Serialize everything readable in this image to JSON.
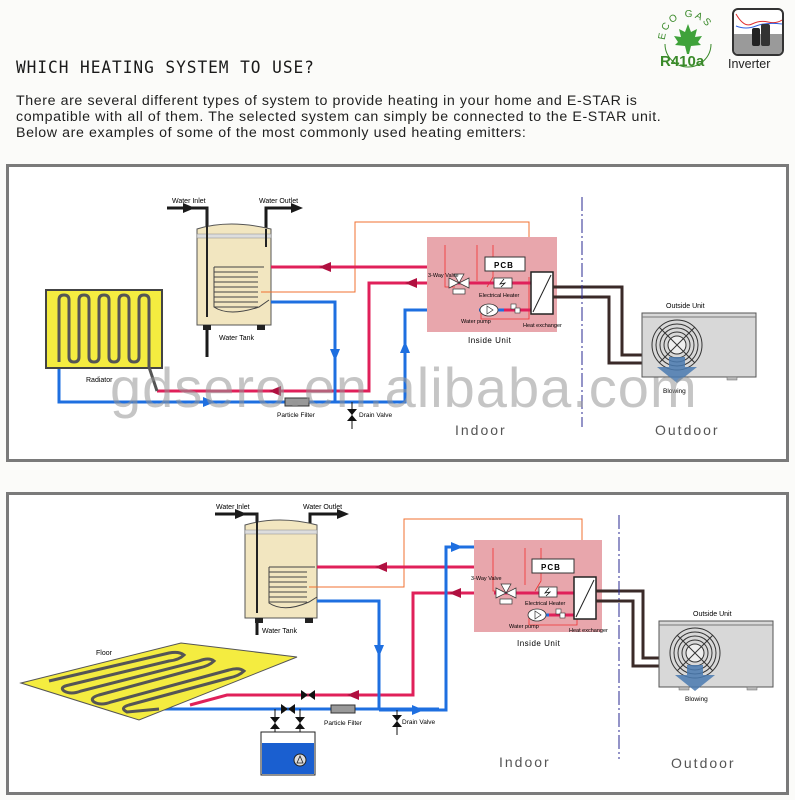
{
  "header": {
    "title": "WHICH HEATING SYSTEM TO USE?",
    "intro_lines": [
      "There are several different types of system to provide heating in your home and E-STAR is",
      "compatible with all of them. The selected system can simply be connected to the E-STAR unit.",
      "Below are examples of some of the most commonly used heating emitters:"
    ]
  },
  "badges": {
    "eco": {
      "arc_text": "ECO GAS",
      "label": "R410a",
      "icon": "maple-leaf-icon",
      "color": "#3a8a2a"
    },
    "inverter": {
      "label": "Inverter",
      "icon": "compressor-icon"
    }
  },
  "colors": {
    "hot_pipe": "#e0205a",
    "cold_pipe": "#1e6fe0",
    "signal_wire": "#f07030",
    "refrigerant_line": "#3a2a28",
    "inside_unit_fill": "#e8a6ac",
    "tank_fill": "#f2e6c0",
    "emitter_fill": "#f4ec40"
  },
  "diagram1": {
    "water_inlet": "Water Inlet",
    "water_outlet": "Water Outlet",
    "water_tank": "Water Tank",
    "emitter": "Radiator",
    "particle_filter": "Particle Filter",
    "drain_valve": "Drain Valve",
    "pcb": "PCB",
    "three_way_valve": "3-Way Valve",
    "electrical_heater": "Electrical Heater",
    "water_pump": "Water pump",
    "heat_exchanger": "Heat exchanger",
    "inside_unit": "Inside Unit",
    "outside_unit": "Outside Unit",
    "blowing": "Blowing",
    "indoor": "Indoor",
    "outdoor": "Outdoor"
  },
  "diagram2": {
    "water_inlet": "Water Inlet",
    "water_outlet": "Water Outlet",
    "water_tank": "Water Tank",
    "emitter": "Floor",
    "particle_filter": "Particle Filter",
    "drain_valve": "Drain Valve",
    "pcb": "PCB",
    "three_way_valve": "3-Way Valve",
    "electrical_heater": "Electrical Heater",
    "water_pump": "Water pump",
    "heat_exchanger": "Heat exchanger",
    "inside_unit": "Inside Unit",
    "outside_unit": "Outside Unit",
    "blowing": "Blowing",
    "indoor": "Indoor",
    "outdoor": "Outdoor"
  },
  "watermark": "gdsero.en.alibaba.com"
}
